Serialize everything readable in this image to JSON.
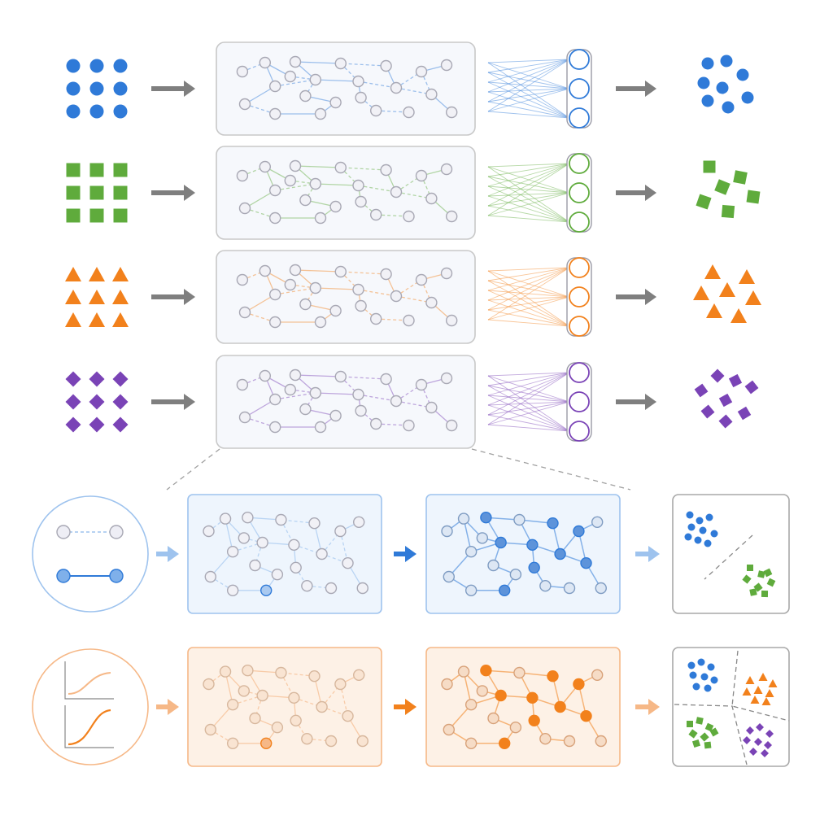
{
  "colors": {
    "blue": "#2f7ad8",
    "green": "#5fab3c",
    "orange": "#f2811c",
    "purple": "#7a43b6",
    "arrow": "#7f7f7f",
    "box_border": "#c8c8c8",
    "box_fill": "#f6f8fc",
    "node_stroke": "#a0a0ac",
    "node_fill": "#efeff5",
    "light_blue": "#9ec3ee",
    "light_orange": "#f6b887"
  },
  "pipeline_rows": [
    {
      "name": "blue",
      "input_shape": "circle",
      "color": "blue"
    },
    {
      "name": "green",
      "input_shape": "square",
      "color": "green"
    },
    {
      "name": "orange",
      "input_shape": "triangle",
      "color": "orange"
    },
    {
      "name": "purple",
      "input_shape": "diamond",
      "color": "purple"
    }
  ],
  "detail_rows": [
    {
      "name": "contrastive-pairs",
      "theme": "blue",
      "icon": "node-pair-icon",
      "result": "two-cluster-separation"
    },
    {
      "name": "activation-curves",
      "theme": "orange",
      "icon": "sigmoid-curves-icon",
      "result": "four-region-partition"
    }
  ]
}
